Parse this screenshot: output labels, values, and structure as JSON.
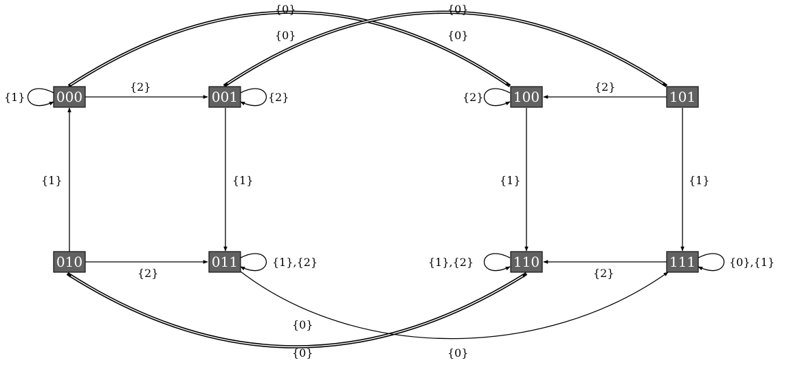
{
  "nodes": {
    "n000": "000",
    "n001": "001",
    "n100": "100",
    "n101": "101",
    "n010": "010",
    "n011": "011",
    "n110": "110",
    "n111": "111"
  },
  "edge_labels": {
    "loop_000": "{1}",
    "loop_001": "{2}",
    "loop_100": "{2}",
    "loop_011": "{1},{2}",
    "loop_110": "{1},{2}",
    "loop_111": "{0},{1}",
    "e_000_001": "{2}",
    "e_101_100": "{2}",
    "e_010_011": "{2}",
    "e_111_110": "{2}",
    "e_010_000": "{1}",
    "e_001_011": "{1}",
    "e_100_110": "{1}",
    "e_101_111": "{1}",
    "e_000_100_outer": "{0}",
    "e_000_100_inner": "{0}",
    "e_001_101_outer": "{0}",
    "e_001_101_inner": "{0}",
    "e_010_110_inner": "{0}",
    "e_010_110_outer": "{0}",
    "e_011_111": "{0}"
  }
}
